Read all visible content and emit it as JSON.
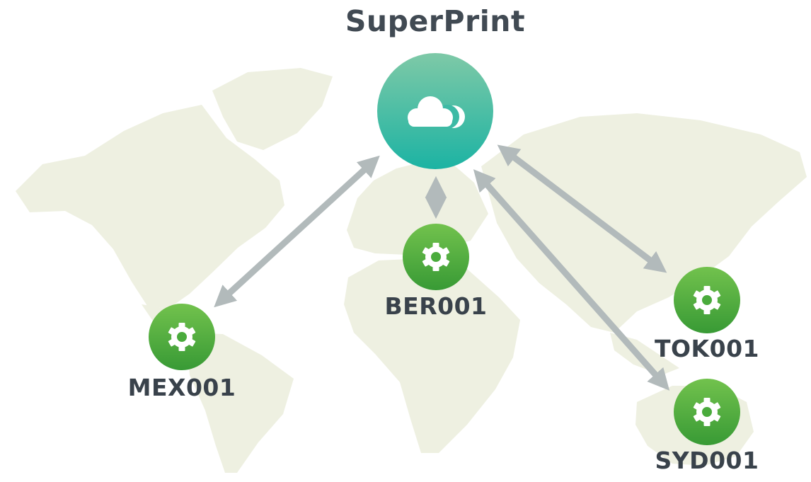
{
  "title": "SuperPrint",
  "hub": {
    "icon": "cloud-icon"
  },
  "nodes": [
    {
      "id": "mex",
      "label": "MEX001",
      "icon": "gear-icon"
    },
    {
      "id": "ber",
      "label": "BER001",
      "icon": "gear-icon"
    },
    {
      "id": "tok",
      "label": "TOK001",
      "icon": "gear-icon"
    },
    {
      "id": "syd",
      "label": "SYD001",
      "icon": "gear-icon"
    }
  ],
  "colors": {
    "map_fill": "#eef0e1",
    "hub_gradient_top": "#7ec9a7",
    "hub_gradient_bottom": "#1cb3a3",
    "node_gradient_top": "#6fc14b",
    "node_gradient_bottom": "#399c36",
    "arrow": "#b2babb",
    "text": "#3d464f"
  }
}
